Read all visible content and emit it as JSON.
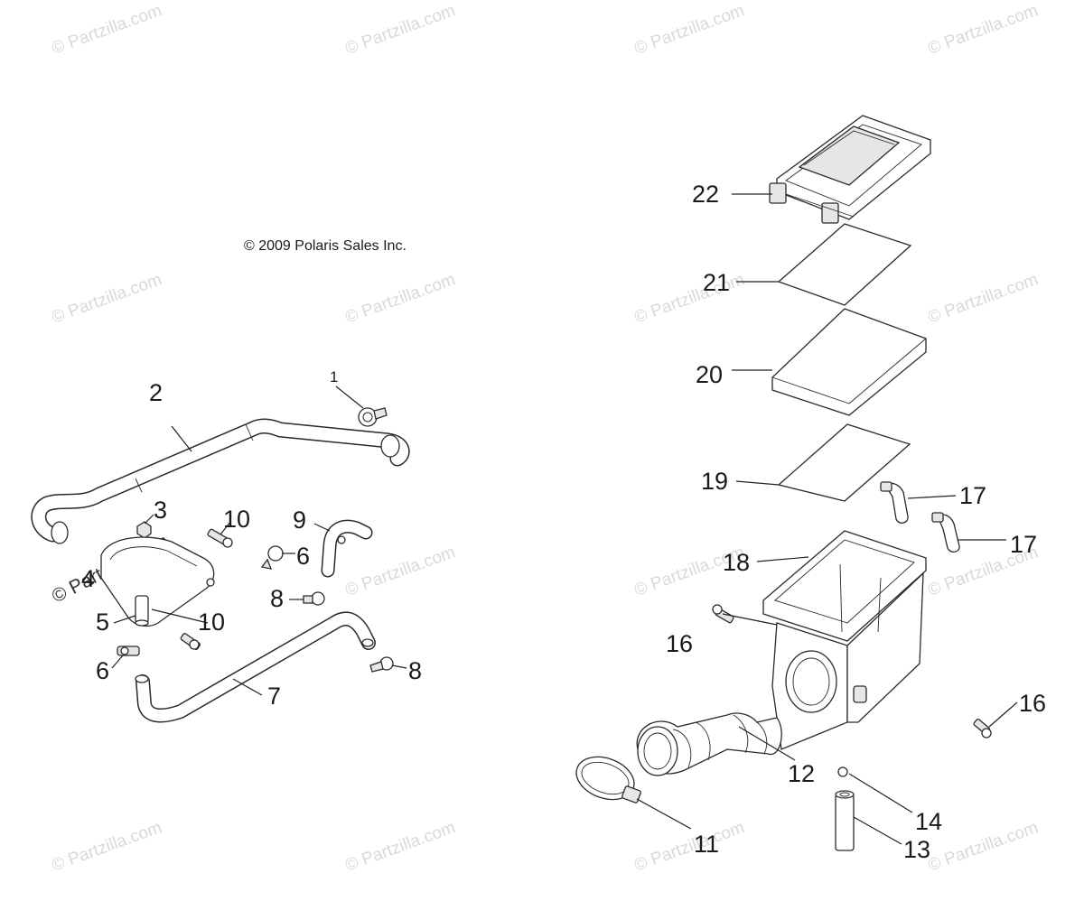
{
  "copyright": "© 2009 Polaris Sales Inc.",
  "watermark": "© Partzilla.com",
  "callouts": {
    "c1": "1",
    "c2": "2",
    "c3": "3",
    "c4": "4",
    "c5": "5",
    "c6a": "6",
    "c6b": "6",
    "c7": "7",
    "c8a": "8",
    "c8b": "8",
    "c9": "9",
    "c10a": "10",
    "c10b": "10",
    "c11": "11",
    "c12": "12",
    "c13": "13",
    "c14": "14",
    "c16a": "16",
    "c16b": "16",
    "c17a": "17",
    "c17b": "17",
    "c18": "18",
    "c19": "19",
    "c20": "20",
    "c21": "21",
    "c22": "22"
  }
}
